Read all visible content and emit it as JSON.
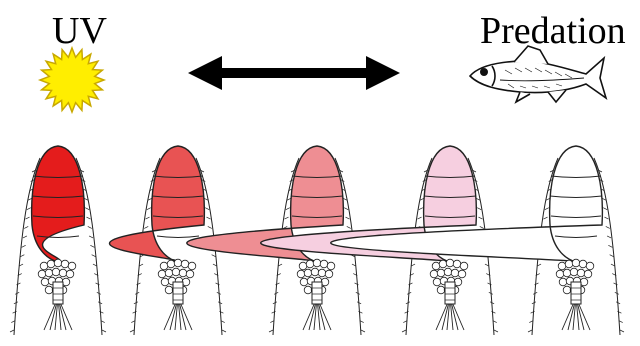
{
  "labels": {
    "uv": "UV",
    "predation": "Predation"
  },
  "icons": {
    "sun": "sun-icon",
    "fish": "fish-icon",
    "arrow": "double-headed-arrow-icon"
  },
  "colors": {
    "sun_fill": "#ffee00",
    "sun_stroke": "#c8a800",
    "arrow": "#000000",
    "pigment_levels": [
      "#e41c1c",
      "#e85353",
      "#ee8e93",
      "#f6cfe0",
      "#ffffff"
    ]
  },
  "copepods": [
    {
      "pigmentation": 1.0
    },
    {
      "pigmentation": 0.75
    },
    {
      "pigmentation": 0.5
    },
    {
      "pigmentation": 0.25
    },
    {
      "pigmentation": 0.0
    }
  ]
}
